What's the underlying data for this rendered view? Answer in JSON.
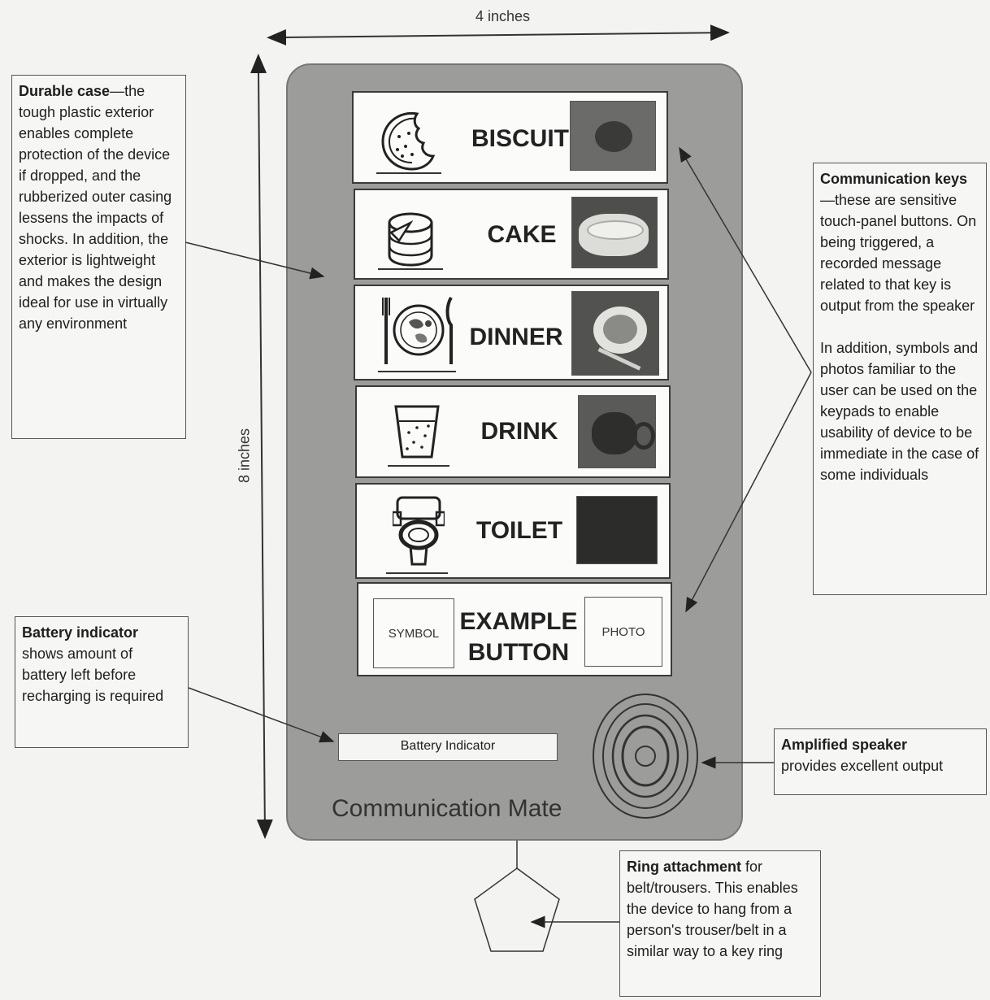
{
  "dimensions": {
    "width_label": "4 inches",
    "height_label": "8 inches"
  },
  "device": {
    "keys": [
      {
        "label": "BISCUIT",
        "icon": "biscuit-icon"
      },
      {
        "label": "CAKE",
        "icon": "cake-icon"
      },
      {
        "label": "DINNER",
        "icon": "dinner-icon"
      },
      {
        "label": "DRINK",
        "icon": "drink-icon"
      },
      {
        "label": "TOILET",
        "icon": "toilet-icon"
      }
    ],
    "example": {
      "line1": "EXAMPLE",
      "line2": "BUTTON",
      "symbol": "SYMBOL",
      "photo": "PHOTO"
    },
    "battery_label": "Battery Indicator",
    "brand": "Communication Mate"
  },
  "callouts": {
    "durable": {
      "title": "Durable case",
      "body": "—the tough plastic exterior enables complete protection of the device if dropped, and the rubberized outer casing lessens the impacts of shocks. In addition, the exterior is lightweight and makes the design ideal for use in virtually any environment"
    },
    "keys": {
      "title": "Communication keys",
      "body": "—these are sensitive touch-panel buttons. On being triggered, a recorded message related to that key is output from the speaker",
      "body2": "In addition, symbols and photos familiar to the user can be used on the keypads to enable usability of device to be immediate in the case of some individuals"
    },
    "battery": {
      "title": "Battery indicator",
      "body": "shows amount of battery left before recharging is required"
    },
    "speaker": {
      "title": "Amplified speaker",
      "body": "provides excellent output"
    },
    "ring": {
      "title": "Ring attachment",
      "body": " for belt/trousers. This enables the device to hang from a person's trouser/belt in a similar way to a key ring"
    }
  },
  "colors": {
    "case": "#9c9c9a",
    "key_bg": "#fbfbf9",
    "line": "#333333"
  }
}
